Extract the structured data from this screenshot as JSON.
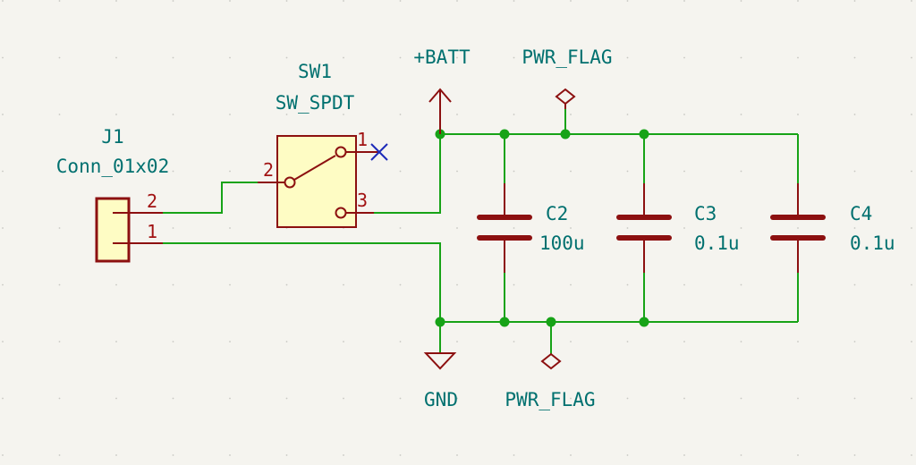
{
  "colors": {
    "background": "#f5f4ef",
    "wire": "#17a317",
    "symbol": "#8c1010",
    "symbol_fill": "#fefcc4",
    "text": "#00706f",
    "no_connect": "#1d2bb8"
  },
  "components": {
    "j1": {
      "ref": "J1",
      "value": "Conn_01x02",
      "pins": [
        "2",
        "1"
      ]
    },
    "sw1": {
      "ref": "SW1",
      "value": "SW_SPDT",
      "pins": [
        "1",
        "2",
        "3"
      ]
    },
    "c2": {
      "ref": "C2",
      "value": "100u"
    },
    "c3": {
      "ref": "C3",
      "value": "0.1u"
    },
    "c4": {
      "ref": "C4",
      "value": "0.1u"
    }
  },
  "power": {
    "batt": "+BATT",
    "gnd": "GND",
    "flag_top": "PWR_FLAG",
    "flag_bottom": "PWR_FLAG"
  }
}
